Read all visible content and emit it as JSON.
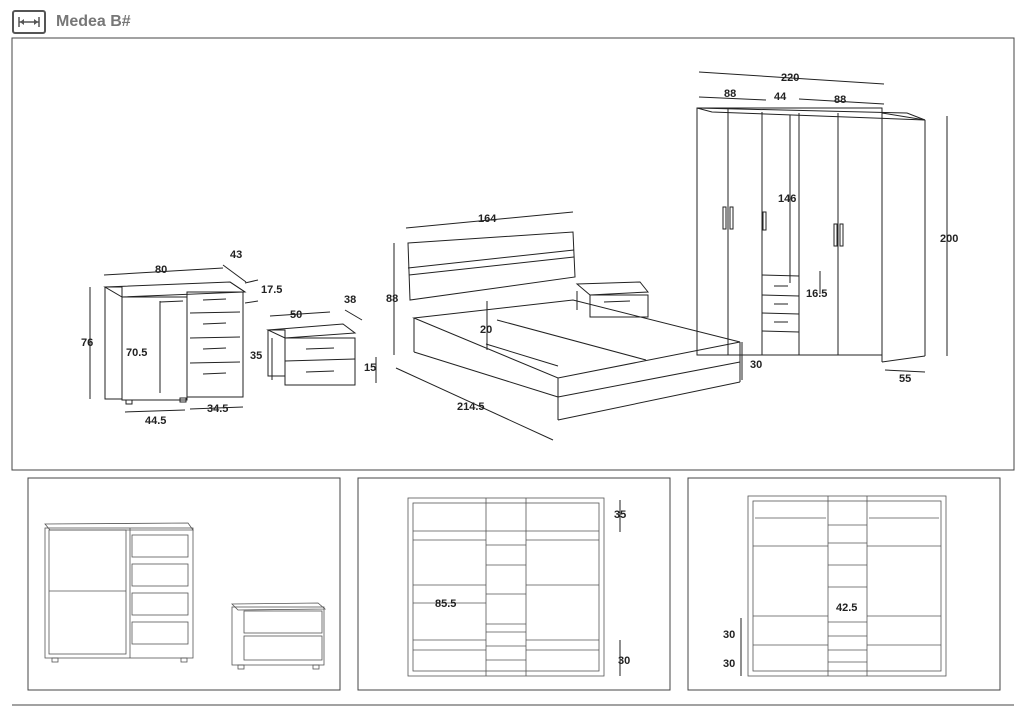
{
  "header": {
    "title": "Medea B#",
    "icon": "dimension-arrows-icon"
  },
  "dims": {
    "chest_width": "80",
    "chest_depth": "43",
    "chest_height": "76",
    "chest_inner_height": "70.5",
    "chest_drawer_h": "17.5",
    "chest_left": "44.5",
    "chest_right": "34.5",
    "night_width": "50",
    "night_depth": "38",
    "night_height": "35",
    "night_drawer": "15",
    "bed_width": "164",
    "bed_head_h": "88",
    "bed_frame_h": "20",
    "bed_side_h": "30",
    "bed_length": "214.5",
    "ward_total": "220",
    "ward_left": "88",
    "ward_mid": "44",
    "ward_right": "88",
    "ward_height": "200",
    "ward_inner": "146",
    "ward_drawer": "16.5",
    "ward_depth": "55",
    "int_top": "35",
    "int_shelf": "85.5",
    "int_bottom": "30",
    "int2_mid": "42.5",
    "int2_a": "30",
    "int2_b": "30"
  }
}
